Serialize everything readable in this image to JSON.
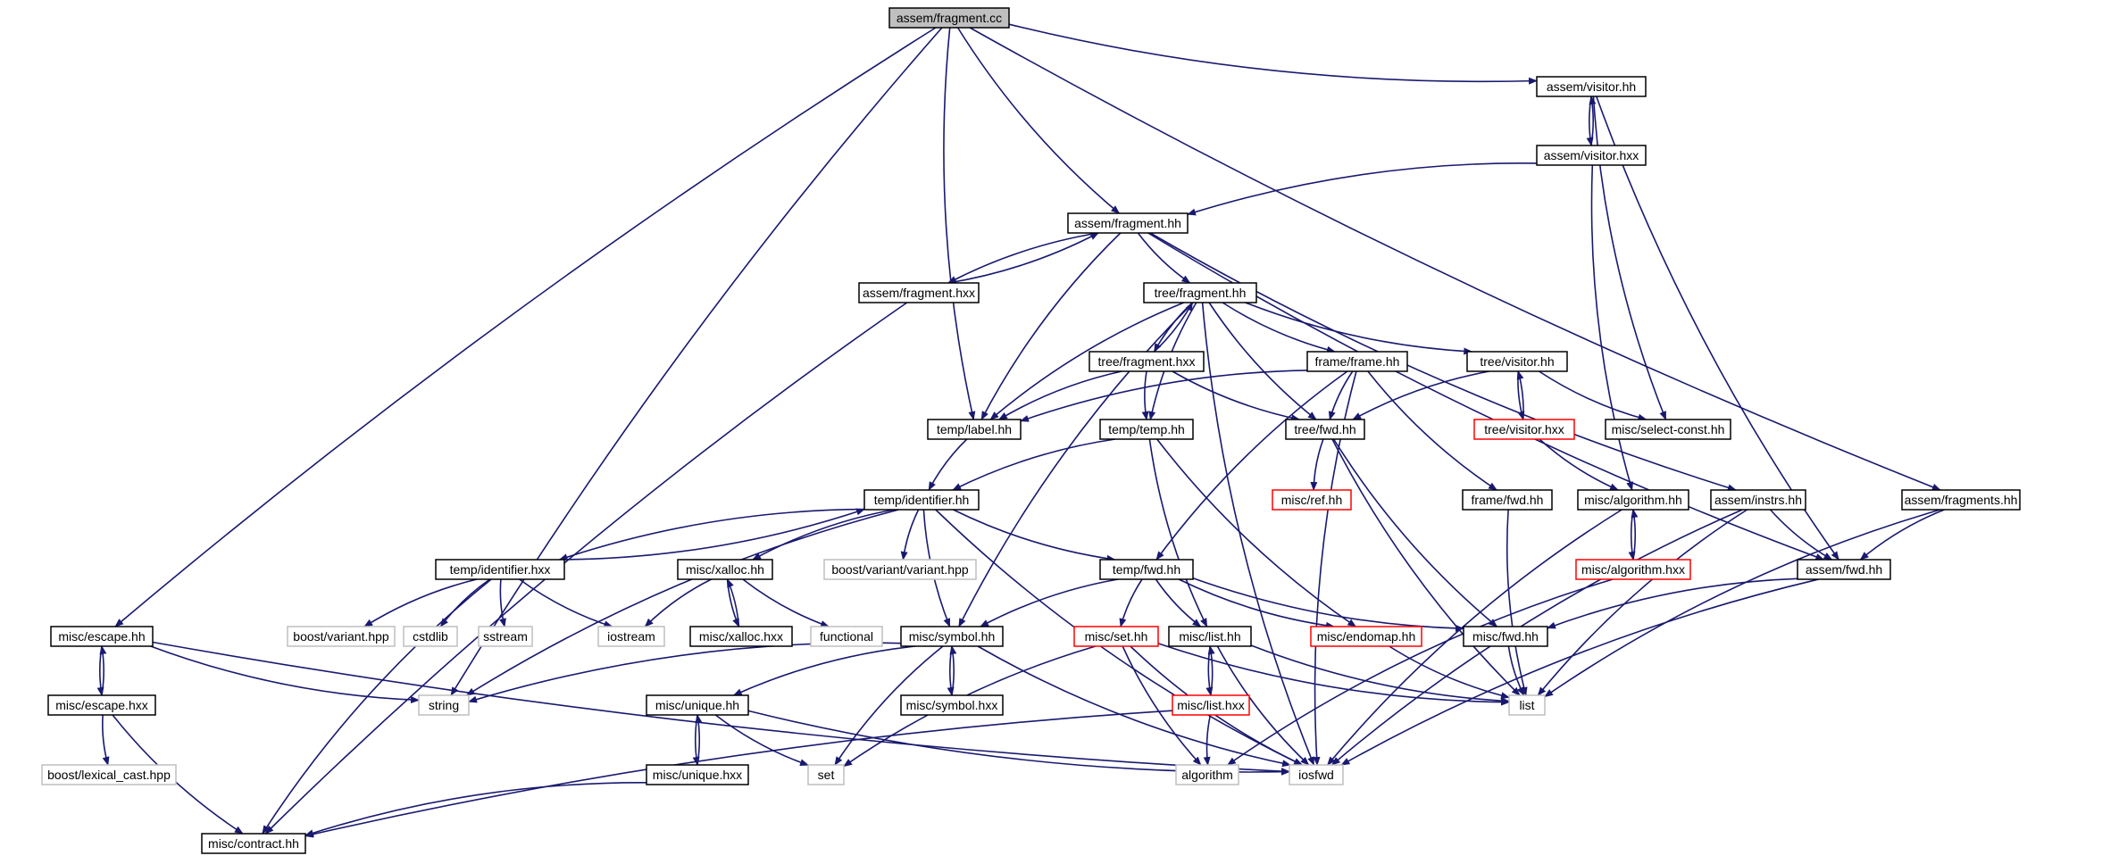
{
  "diagram": {
    "type": "include-dependency-graph",
    "root": "assem/fragment.cc",
    "colors": {
      "edge": "#191970",
      "node_border_normal": "#000000",
      "node_border_truncated": "#ff0000",
      "node_border_external": "#bfbfbf",
      "root_fill": "#bfbfbf",
      "node_fill": "#ffffff"
    },
    "nodes": {
      "fragment_cc": {
        "label": "assem/fragment.cc",
        "kind": "root"
      },
      "visitor_hh": {
        "label": "assem/visitor.hh",
        "kind": "normal"
      },
      "visitor_hxx": {
        "label": "assem/visitor.hxx",
        "kind": "normal"
      },
      "afrag_hh": {
        "label": "assem/fragment.hh",
        "kind": "normal"
      },
      "afrag_hxx": {
        "label": "assem/fragment.hxx",
        "kind": "normal"
      },
      "tfrag_hh": {
        "label": "tree/fragment.hh",
        "kind": "normal"
      },
      "tfrag_hxx": {
        "label": "tree/fragment.hxx",
        "kind": "normal"
      },
      "frame_hh": {
        "label": "frame/frame.hh",
        "kind": "normal"
      },
      "tvisitor_hh": {
        "label": "tree/visitor.hh",
        "kind": "normal"
      },
      "tvisitor_hxx": {
        "label": "tree/visitor.hxx",
        "kind": "truncated"
      },
      "selconst": {
        "label": "misc/select-const.hh",
        "kind": "normal"
      },
      "label_hh": {
        "label": "temp/label.hh",
        "kind": "normal"
      },
      "temp_hh": {
        "label": "temp/temp.hh",
        "kind": "normal"
      },
      "tfwd_hh": {
        "label": "tree/fwd.hh",
        "kind": "normal"
      },
      "ref_hh": {
        "label": "misc/ref.hh",
        "kind": "truncated"
      },
      "ffwd_hh": {
        "label": "frame/fwd.hh",
        "kind": "normal"
      },
      "alg_hh": {
        "label": "misc/algorithm.hh",
        "kind": "normal"
      },
      "instrs": {
        "label": "assem/instrs.hh",
        "kind": "normal"
      },
      "afrags": {
        "label": "assem/fragments.hh",
        "kind": "normal"
      },
      "alg_hxx": {
        "label": "misc/algorithm.hxx",
        "kind": "truncated"
      },
      "afwd": {
        "label": "assem/fwd.hh",
        "kind": "normal"
      },
      "ident_hh": {
        "label": "temp/identifier.hh",
        "kind": "normal"
      },
      "ident_hxx": {
        "label": "temp/identifier.hxx",
        "kind": "normal"
      },
      "xalloc_hh": {
        "label": "misc/xalloc.hh",
        "kind": "normal"
      },
      "bv1": {
        "label": "boost/variant/variant.hpp",
        "kind": "external"
      },
      "tempfwd": {
        "label": "temp/fwd.hh",
        "kind": "normal"
      },
      "bvhpp": {
        "label": "boost/variant.hpp",
        "kind": "external"
      },
      "cstdlib": {
        "label": "cstdlib",
        "kind": "external"
      },
      "sstream": {
        "label": "sstream",
        "kind": "external"
      },
      "iostream": {
        "label": "iostream",
        "kind": "external"
      },
      "xalloc_hxx": {
        "label": "misc/xalloc.hxx",
        "kind": "normal"
      },
      "functional": {
        "label": "functional",
        "kind": "external"
      },
      "symbol_hh": {
        "label": "misc/symbol.hh",
        "kind": "normal"
      },
      "set_hh": {
        "label": "misc/set.hh",
        "kind": "truncated"
      },
      "list_hh": {
        "label": "misc/list.hh",
        "kind": "normal"
      },
      "endomap": {
        "label": "misc/endomap.hh",
        "kind": "truncated"
      },
      "mfwd": {
        "label": "misc/fwd.hh",
        "kind": "normal"
      },
      "escape_hh": {
        "label": "misc/escape.hh",
        "kind": "normal"
      },
      "escape_hxx": {
        "label": "misc/escape.hxx",
        "kind": "normal"
      },
      "string": {
        "label": "string",
        "kind": "external"
      },
      "symbol_hxx": {
        "label": "misc/symbol.hxx",
        "kind": "normal"
      },
      "unique_hh": {
        "label": "misc/unique.hh",
        "kind": "normal"
      },
      "list_hxx": {
        "label": "misc/list.hxx",
        "kind": "truncated"
      },
      "list": {
        "label": "list",
        "kind": "external"
      },
      "lexcast": {
        "label": "boost/lexical_cast.hpp",
        "kind": "external"
      },
      "unique_hxx": {
        "label": "misc/unique.hxx",
        "kind": "normal"
      },
      "set": {
        "label": "set",
        "kind": "external"
      },
      "algorithm": {
        "label": "algorithm",
        "kind": "external"
      },
      "iosfwd": {
        "label": "iosfwd",
        "kind": "external"
      },
      "contract": {
        "label": "misc/contract.hh",
        "kind": "normal"
      }
    },
    "edges": [
      [
        "fragment_cc",
        "visitor_hh"
      ],
      [
        "fragment_cc",
        "afrag_hh"
      ],
      [
        "fragment_cc",
        "afrags"
      ],
      [
        "fragment_cc",
        "label_hh"
      ],
      [
        "fragment_cc",
        "escape_hh"
      ],
      [
        "fragment_cc",
        "string"
      ],
      [
        "visitor_hh",
        "visitor_hxx"
      ],
      [
        "visitor_hh",
        "selconst"
      ],
      [
        "visitor_hh",
        "afwd"
      ],
      [
        "visitor_hxx",
        "visitor_hh"
      ],
      [
        "visitor_hxx",
        "afrag_hh"
      ],
      [
        "visitor_hxx",
        "alg_hh"
      ],
      [
        "afrag_hh",
        "afrag_hxx"
      ],
      [
        "afrag_hh",
        "tfrag_hh"
      ],
      [
        "afrag_hh",
        "label_hh"
      ],
      [
        "afrag_hh",
        "instrs"
      ],
      [
        "afrag_hh",
        "afwd"
      ],
      [
        "afrag_hxx",
        "afrag_hh"
      ],
      [
        "afrag_hxx",
        "contract"
      ],
      [
        "tfrag_hh",
        "tfrag_hxx"
      ],
      [
        "tfrag_hh",
        "frame_hh"
      ],
      [
        "tfrag_hh",
        "tvisitor_hh"
      ],
      [
        "tfrag_hh",
        "label_hh"
      ],
      [
        "tfrag_hh",
        "temp_hh"
      ],
      [
        "tfrag_hh",
        "tfwd_hh"
      ],
      [
        "tfrag_hh",
        "symbol_hh"
      ],
      [
        "tfrag_hh",
        "iosfwd"
      ],
      [
        "tfrag_hxx",
        "tfrag_hh"
      ],
      [
        "tfrag_hxx",
        "label_hh"
      ],
      [
        "tfrag_hxx",
        "temp_hh"
      ],
      [
        "tfrag_hxx",
        "tfwd_hh"
      ],
      [
        "frame_hh",
        "label_hh"
      ],
      [
        "frame_hh",
        "tfwd_hh"
      ],
      [
        "frame_hh",
        "ffwd_hh"
      ],
      [
        "frame_hh",
        "tempfwd"
      ],
      [
        "frame_hh",
        "iosfwd"
      ],
      [
        "tvisitor_hh",
        "tvisitor_hxx"
      ],
      [
        "tvisitor_hh",
        "tfwd_hh"
      ],
      [
        "tvisitor_hh",
        "selconst"
      ],
      [
        "tvisitor_hxx",
        "tvisitor_hh"
      ],
      [
        "tvisitor_hxx",
        "alg_hh"
      ],
      [
        "tfwd_hh",
        "ref_hh"
      ],
      [
        "tfwd_hh",
        "mfwd"
      ],
      [
        "tfwd_hh",
        "list"
      ],
      [
        "label_hh",
        "ident_hh"
      ],
      [
        "temp_hh",
        "ident_hh"
      ],
      [
        "temp_hh",
        "list_hh"
      ],
      [
        "temp_hh",
        "endomap"
      ],
      [
        "ffwd_hh",
        "list"
      ],
      [
        "alg_hh",
        "alg_hxx"
      ],
      [
        "alg_hh",
        "iosfwd"
      ],
      [
        "alg_hxx",
        "alg_hh"
      ],
      [
        "alg_hxx",
        "algorithm"
      ],
      [
        "instrs",
        "afwd"
      ],
      [
        "instrs",
        "list"
      ],
      [
        "instrs",
        "iosfwd"
      ],
      [
        "afrags",
        "afwd"
      ],
      [
        "afrags",
        "list"
      ],
      [
        "afwd",
        "mfwd"
      ],
      [
        "afwd",
        "iosfwd"
      ],
      [
        "ident_hh",
        "ident_hxx"
      ],
      [
        "ident_hh",
        "xalloc_hh"
      ],
      [
        "ident_hh",
        "bv1"
      ],
      [
        "ident_hh",
        "tempfwd"
      ],
      [
        "ident_hh",
        "symbol_hh"
      ],
      [
        "ident_hh",
        "string"
      ],
      [
        "ident_hh",
        "iosfwd"
      ],
      [
        "ident_hxx",
        "ident_hh"
      ],
      [
        "ident_hxx",
        "bvhpp"
      ],
      [
        "ident_hxx",
        "cstdlib"
      ],
      [
        "ident_hxx",
        "sstream"
      ],
      [
        "ident_hxx",
        "iostream"
      ],
      [
        "ident_hxx",
        "contract"
      ],
      [
        "xalloc_hh",
        "xalloc_hxx"
      ],
      [
        "xalloc_hh",
        "iostream"
      ],
      [
        "xalloc_hh",
        "functional"
      ],
      [
        "xalloc_hxx",
        "xalloc_hh"
      ],
      [
        "tempfwd",
        "symbol_hh"
      ],
      [
        "tempfwd",
        "set_hh"
      ],
      [
        "tempfwd",
        "list_hh"
      ],
      [
        "tempfwd",
        "endomap"
      ],
      [
        "tempfwd",
        "mfwd"
      ],
      [
        "symbol_hh",
        "symbol_hxx"
      ],
      [
        "symbol_hh",
        "unique_hh"
      ],
      [
        "symbol_hh",
        "string"
      ],
      [
        "symbol_hh",
        "set"
      ],
      [
        "symbol_hh",
        "iosfwd"
      ],
      [
        "symbol_hxx",
        "symbol_hh"
      ],
      [
        "set_hh",
        "set"
      ],
      [
        "set_hh",
        "algorithm"
      ],
      [
        "set_hh",
        "iosfwd"
      ],
      [
        "set_hh",
        "list"
      ],
      [
        "list_hh",
        "list_hxx"
      ],
      [
        "list_hh",
        "list"
      ],
      [
        "list_hh",
        "iosfwd"
      ],
      [
        "list_hxx",
        "list_hh"
      ],
      [
        "list_hxx",
        "algorithm"
      ],
      [
        "list_hxx",
        "contract"
      ],
      [
        "endomap",
        "list"
      ],
      [
        "mfwd",
        "list"
      ],
      [
        "escape_hh",
        "escape_hxx"
      ],
      [
        "escape_hh",
        "string"
      ],
      [
        "escape_hh",
        "iosfwd"
      ],
      [
        "escape_hxx",
        "escape_hh"
      ],
      [
        "escape_hxx",
        "lexcast"
      ],
      [
        "escape_hxx",
        "contract"
      ],
      [
        "unique_hh",
        "unique_hxx"
      ],
      [
        "unique_hh",
        "set"
      ],
      [
        "unique_hh",
        "iosfwd"
      ],
      [
        "unique_hxx",
        "unique_hh"
      ],
      [
        "unique_hxx",
        "contract"
      ]
    ]
  }
}
